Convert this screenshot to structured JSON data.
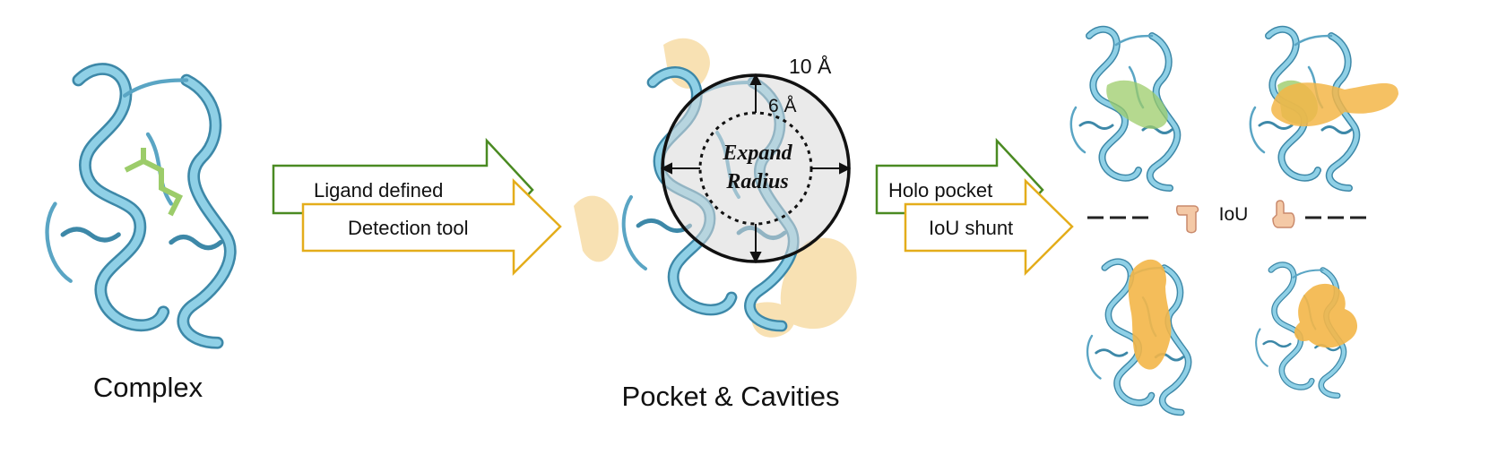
{
  "captions": {
    "complex": "Complex",
    "pocket_cavities": "Pocket & Cavities"
  },
  "arrows": {
    "ligand_defined": "Ligand defined",
    "detection_tool": "Detection tool",
    "holo_pocket": "Holo pocket",
    "iou_shunt": "IoU shunt"
  },
  "radius": {
    "outer": "10 Å",
    "inner": "6 Å",
    "expand_line1": "Expand",
    "expand_line2": "Radius"
  },
  "iou_label": "IoU",
  "colors": {
    "protein": "#7ec3dc",
    "protein_dark": "#3d88a8",
    "ligand": "#9ccc6a",
    "pocket": "#f3b648",
    "cavity_faded": "#f7dca6",
    "arrow_green": "#4a8a22",
    "arrow_yellow": "#e4ad1b"
  },
  "icons": [
    "pointing-hand-left-icon",
    "pointing-hand-right-icon"
  ]
}
